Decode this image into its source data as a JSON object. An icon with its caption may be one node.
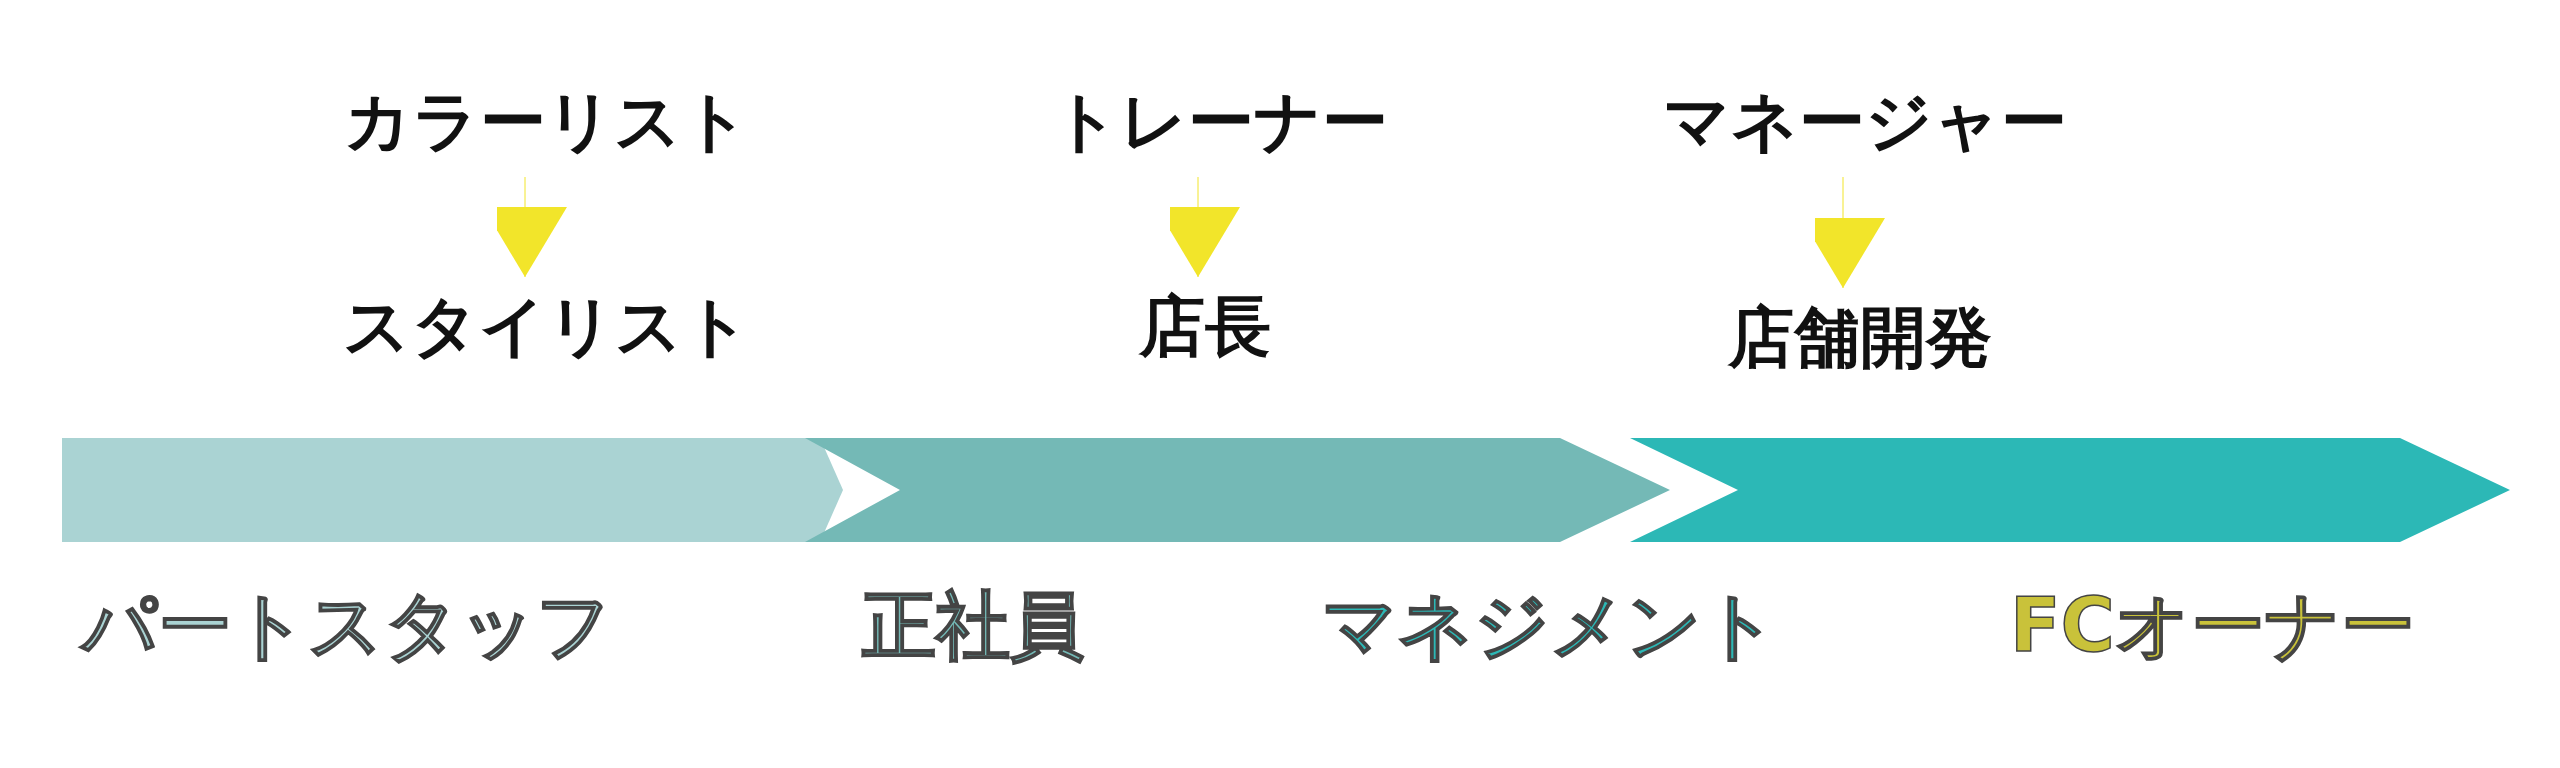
{
  "diagram": {
    "nodes": [
      {
        "text": [
          "カラーリスト"
        ]
      },
      {
        "text": [
          "スタイリスト"
        ]
      },
      {
        "text": [
          "トレーナー"
        ]
      },
      {
        "text": [
          "店長"
        ]
      },
      {
        "text": [
          "マネージャー"
        ]
      },
      {
        "text": [
          "店舗開発"
        ]
      },
      {
        "text": [],
        "shape": "chevron",
        "beside": [
          "パートスタッフ"
        ]
      },
      {
        "text": [],
        "shape": "chevron",
        "beside": [
          "正社員"
        ]
      },
      {
        "text": [],
        "shape": "chevron",
        "beside": [
          "マネジメント"
        ]
      }
    ],
    "labels": [
      "FCオーナー"
    ],
    "edges": [
      {
        "from": 0,
        "to": 1,
        "arrow": "to"
      },
      {
        "from": 2,
        "to": 3,
        "arrow": "to"
      },
      {
        "from": 4,
        "to": 5,
        "arrow": "to"
      }
    ]
  }
}
